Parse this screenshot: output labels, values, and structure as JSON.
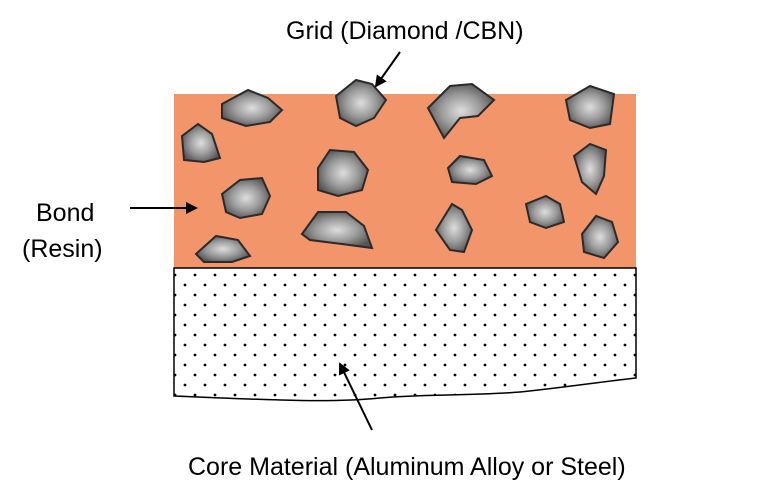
{
  "labels": {
    "grit": "Grid (Diamond /CBN)",
    "bond_line1": "Bond",
    "bond_line2": "(Resin)",
    "core": "Core Material (Aluminum Alloy or Steel)"
  },
  "colors": {
    "bond_layer": "#F2956A",
    "grit_edge": "#2a2a2a",
    "grit_light": "#d9d9d9",
    "grit_dark": "#5a5a5a",
    "core_dots": "#000000",
    "outline": "#000000"
  }
}
